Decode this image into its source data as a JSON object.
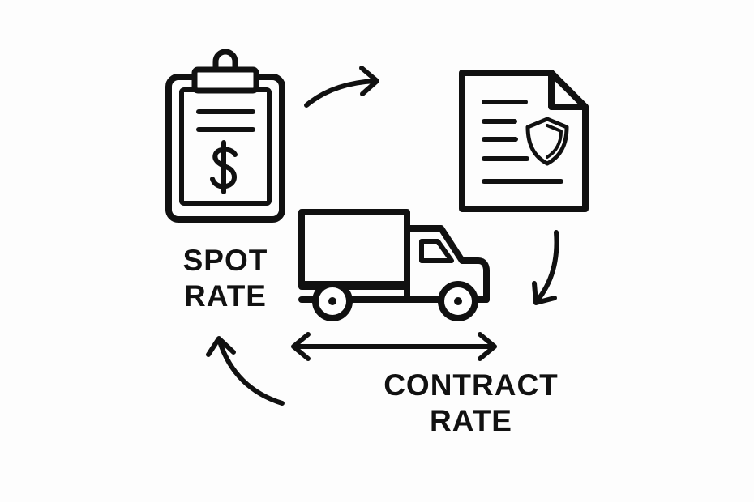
{
  "diagram": {
    "spot_rate": {
      "line1": "SPOT",
      "line2": "RATE",
      "icon": "clipboard-dollar-icon"
    },
    "contract_rate": {
      "line1": "CONTRACT",
      "line2": "RATE",
      "icon": "contract-document-shield-icon"
    },
    "center_icon": "delivery-truck-icon",
    "connector_icons": [
      "cycle-arrow-icon",
      "cycle-arrow-icon",
      "cycle-arrow-icon",
      "double-headed-arrow-icon"
    ],
    "ink_color": "#111111",
    "background_color": "#fdfdfd"
  }
}
